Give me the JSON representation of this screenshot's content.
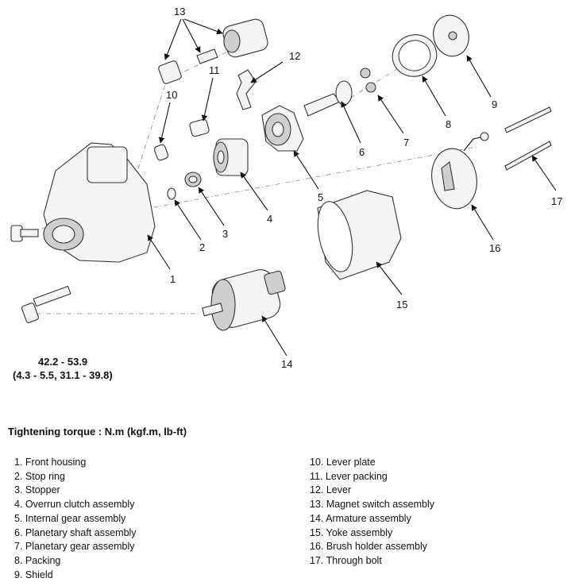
{
  "callouts": [
    "1",
    "2",
    "3",
    "4",
    "5",
    "6",
    "7",
    "8",
    "9",
    "10",
    "11",
    "12",
    "13",
    "14",
    "15",
    "16",
    "17"
  ],
  "torque_spec": {
    "value": "42.2 - 53.9",
    "alt": "(4.3 - 5.5, 31.1 - 39.8)"
  },
  "torque_heading": "Tightening torque : N.m (kgf.m, lb-ft)",
  "legend_left": [
    "1. Front housing",
    "2. Stop ring",
    "3. Stopper",
    "4. Overrun clutch assembly",
    "5. Internal gear assembly",
    "6. Planetary shaft assembly",
    "7. Planetary gear assembly",
    "8. Packing",
    "9. Shield"
  ],
  "legend_right": [
    "10. Lever plate",
    "11. Lever packing",
    "12. Lever",
    "13. Magnet switch assembly",
    "14. Armature assembly",
    "15. Yoke assembly",
    "16. Brush holder assembly",
    "17. Through bolt"
  ]
}
